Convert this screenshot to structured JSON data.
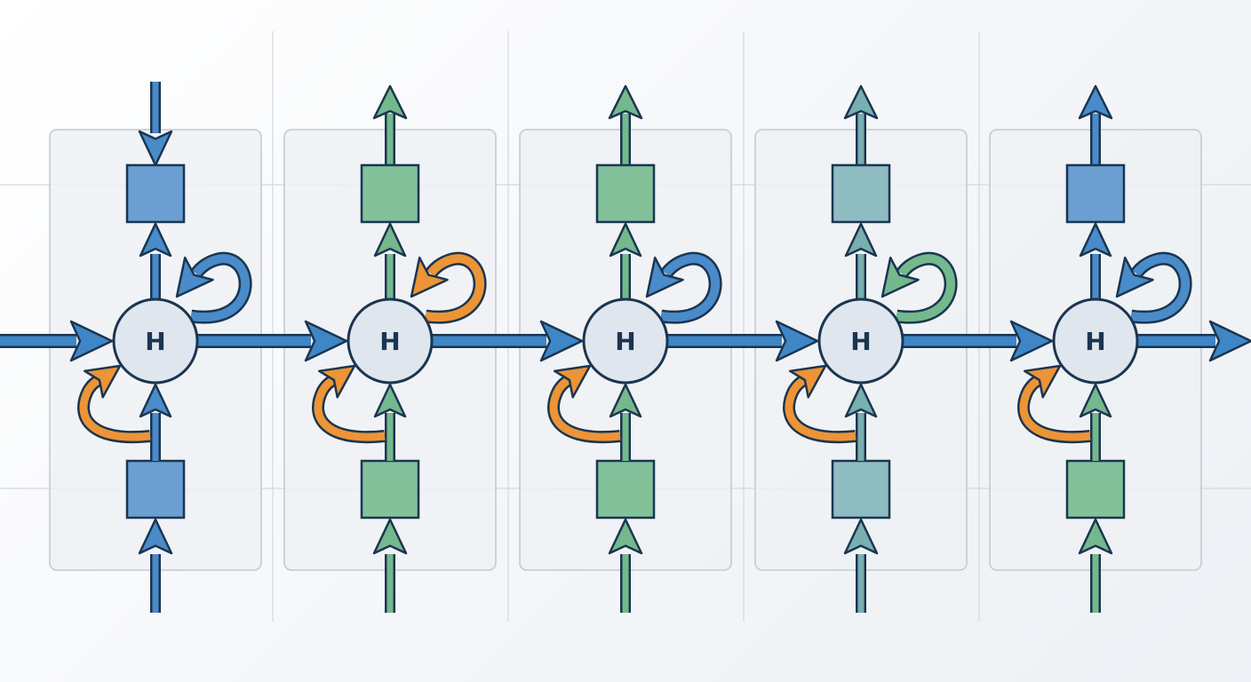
{
  "colors": {
    "outline": "#1b3550",
    "chain": "#3f86c7",
    "hidden_fill": "#dfe6ee",
    "panel_fill": "#eef1f5",
    "panel_stroke": "#c9cfd7",
    "grid": "#d4d8de",
    "self_loop_orange": "#ec9436",
    "palette": {
      "blue": {
        "box": "#6b9fd2",
        "arrow": "#4a8bc9"
      },
      "green": {
        "box": "#82c19a",
        "arrow": "#74b88d"
      },
      "teal": {
        "box": "#8fbcc0",
        "arrow": "#78afb0"
      }
    }
  },
  "cells": [
    {
      "hidden_label": "H",
      "input_color": "blue",
      "output_color": "blue",
      "output_direction": "in",
      "top_loop_color": "blue"
    },
    {
      "hidden_label": "H",
      "input_color": "green",
      "output_color": "green",
      "output_direction": "out",
      "top_loop_color": "orange"
    },
    {
      "hidden_label": "H",
      "input_color": "green",
      "output_color": "green",
      "output_direction": "out",
      "top_loop_color": "blue"
    },
    {
      "hidden_label": "H",
      "input_color": "teal",
      "output_color": "teal",
      "output_direction": "out",
      "top_loop_color": "green"
    },
    {
      "hidden_label": "H",
      "input_color": "green",
      "output_color": "blue",
      "output_direction": "out",
      "top_loop_color": "blue"
    }
  ]
}
